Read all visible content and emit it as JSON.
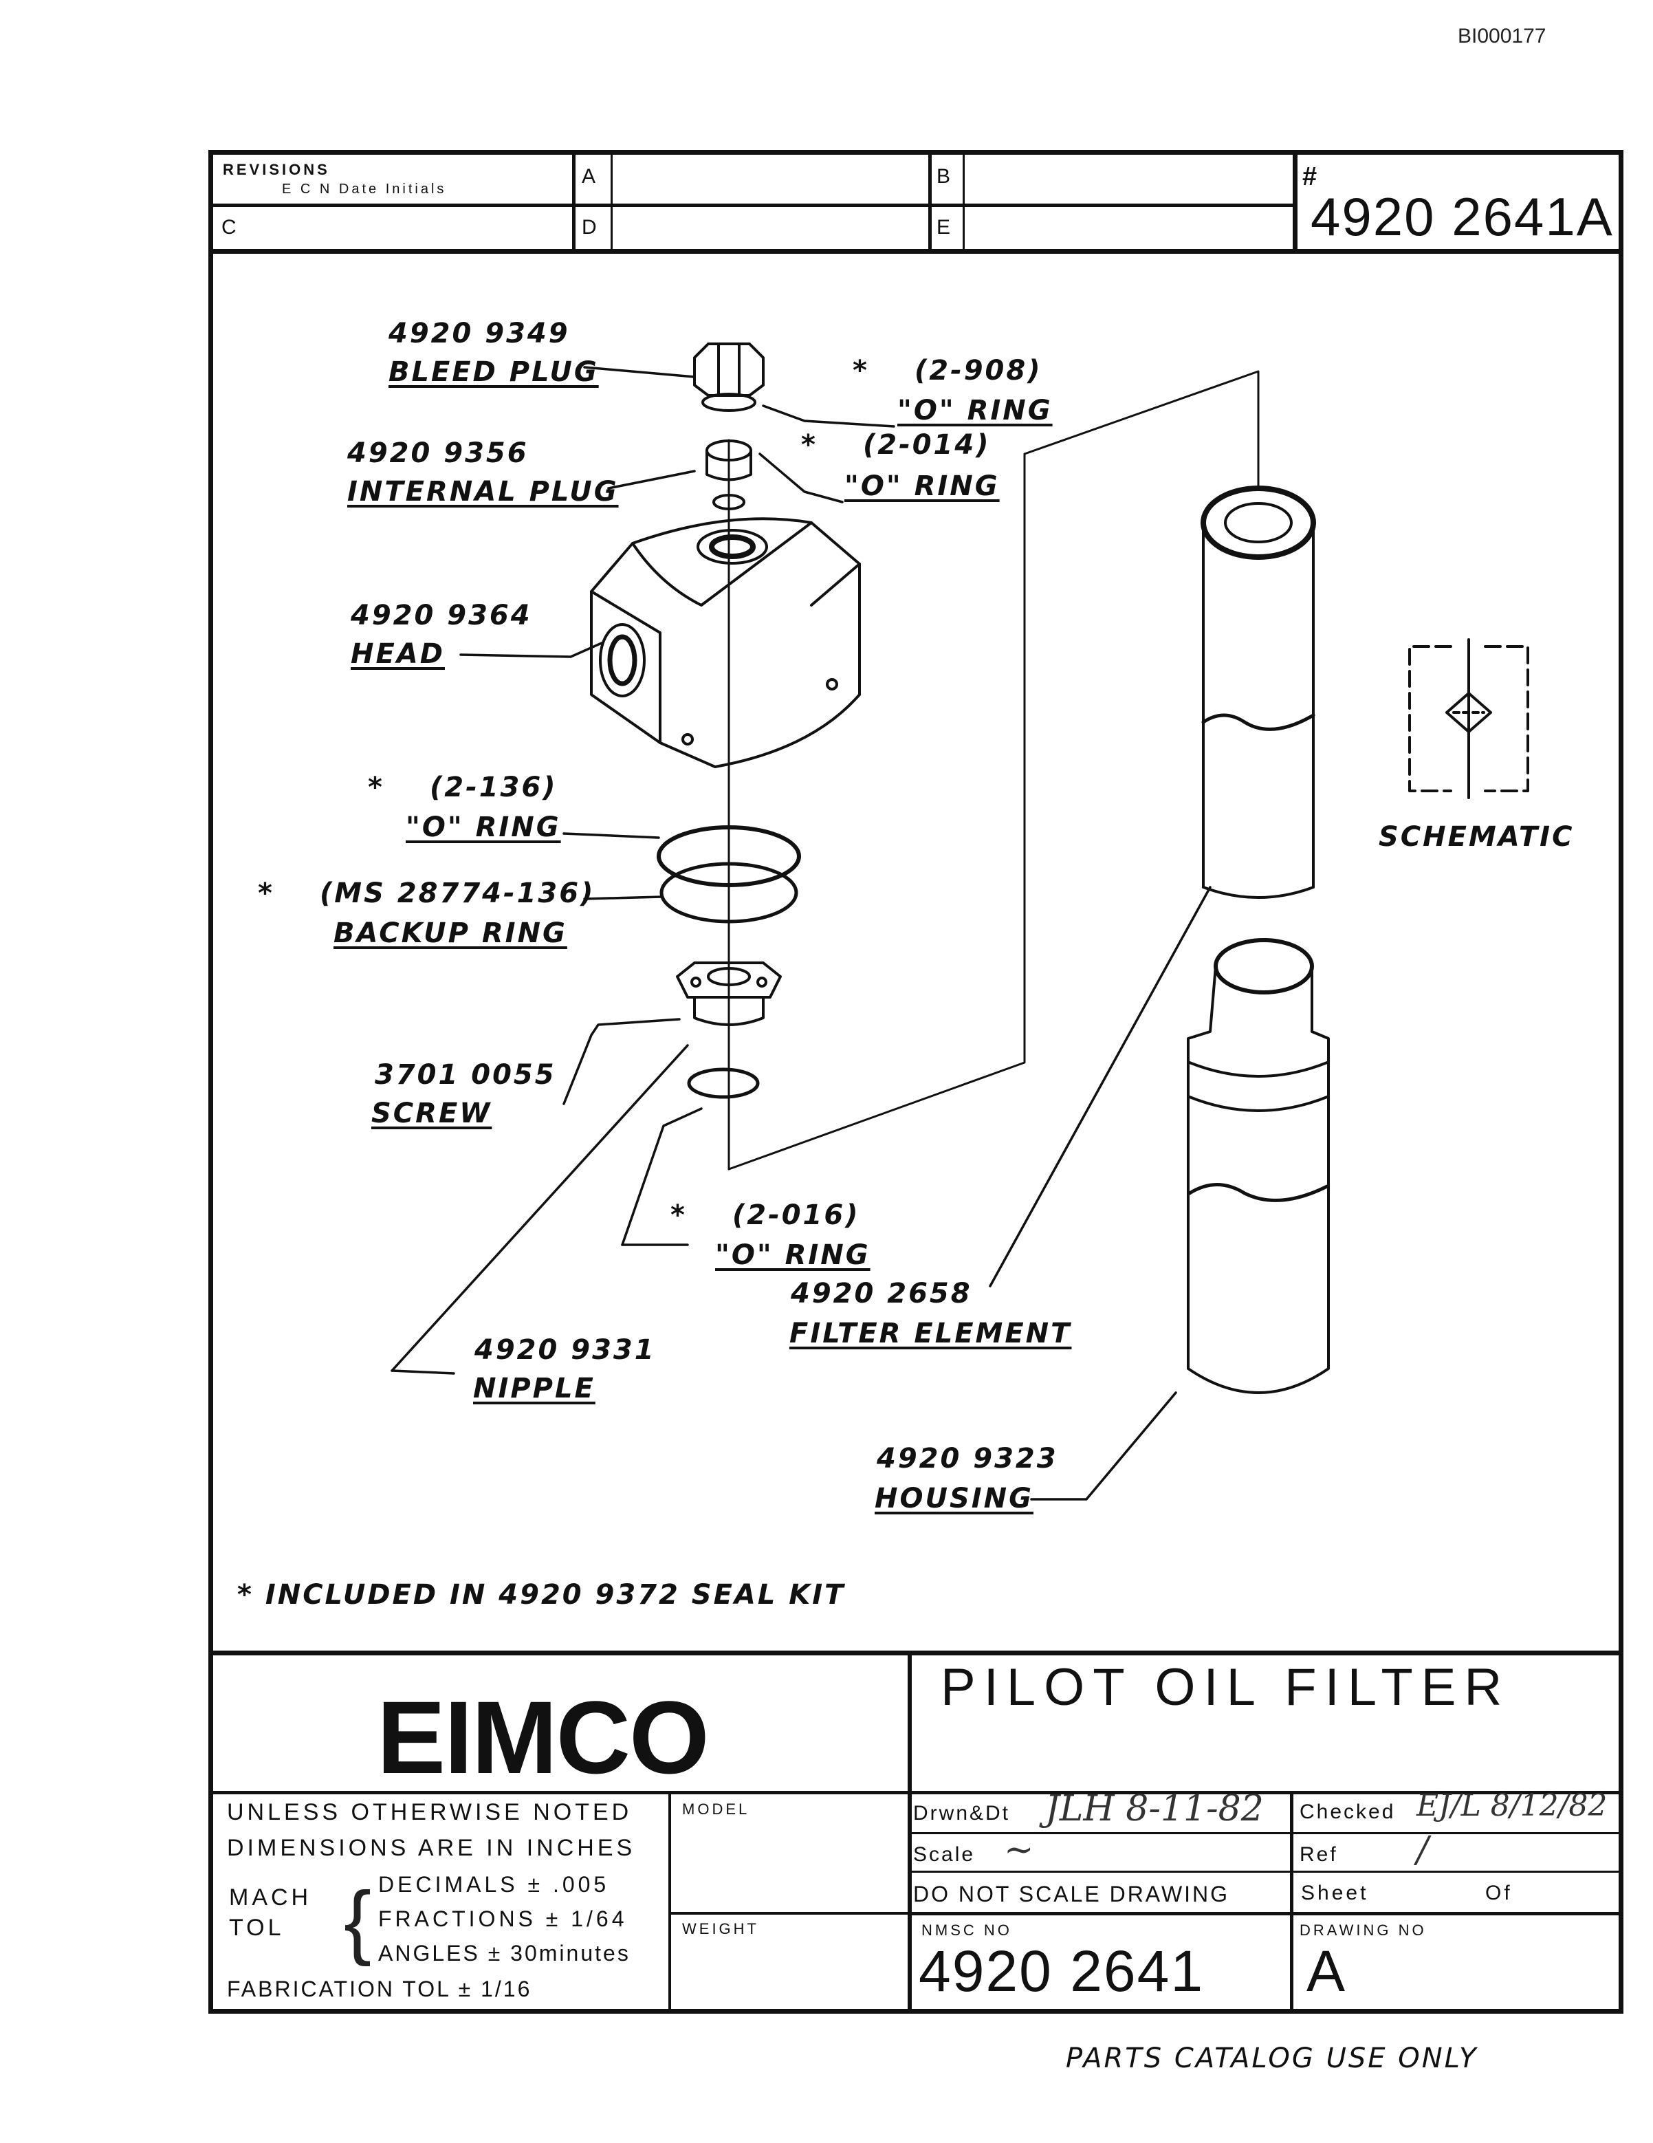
{
  "doc_id": "BI000177",
  "revisions": {
    "label": "REVISIONS",
    "columns": "E C N  Date  Initials",
    "cells": [
      "A",
      "B",
      "C",
      "D",
      "E"
    ],
    "number_mark": "#",
    "number": "4920 2641A"
  },
  "parts": [
    {
      "number": "4920 9349",
      "name": "BLEED PLUG"
    },
    {
      "number": "4920 9356",
      "name": "INTERNAL PLUG"
    },
    {
      "number": "4920 9364",
      "name": "HEAD"
    },
    {
      "number": "3701 0055",
      "name": "SCREW"
    },
    {
      "number": "4920 9331",
      "name": "NIPPLE"
    },
    {
      "number": "4920 2658",
      "name": "FILTER ELEMENT"
    },
    {
      "number": "4920 9323",
      "name": "HOUSING"
    }
  ],
  "seals": [
    {
      "star": "*",
      "code": "(2-908)",
      "name": "\"O\" RING"
    },
    {
      "star": "*",
      "code": "(2-014)",
      "name": "\"O\" RING"
    },
    {
      "star": "*",
      "code": "(2-136)",
      "name": "\"O\" RING"
    },
    {
      "star": "*",
      "code": "(MS 28774-136)",
      "name": "BACKUP RING"
    },
    {
      "star": "*",
      "code": "(2-016)",
      "name": "\"O\" RING"
    }
  ],
  "schematic_label": "SCHEMATIC",
  "footnote": "* INCLUDED IN 4920 9372 SEAL KIT",
  "title_block": {
    "company": "EIMCO",
    "title": "PILOT OIL FILTER",
    "notes": {
      "line1": "UNLESS OTHERWISE NOTED",
      "line2": "DIMENSIONS ARE IN INCHES",
      "mach": "MACH",
      "tol": "TOL",
      "decimals": "DECIMALS ± .005",
      "fractions": "FRACTIONS ± 1/64",
      "angles": "ANGLES ± 30minutes",
      "fabrication": "FABRICATION TOL ± 1/16"
    },
    "model_label": "MODEL",
    "weight_label": "WEIGHT",
    "drawn_label": "Drwn&Dt",
    "drawn_value": "JLH 8-11-82",
    "checked_label": "Checked",
    "checked_value": "EJ/L 8/12/82",
    "scale_label": "Scale",
    "scale_value": "~",
    "ref_label": "Ref",
    "ref_value": "/",
    "do_not_scale": "DO NOT SCALE DRAWING",
    "sheet_label": "Sheet",
    "of_label": "Of",
    "nmsc_label": "NMSC NO",
    "nmsc_number": "4920 2641",
    "drawing_no_label": "DRAWING NO",
    "drawing_no": "A"
  },
  "footer": "PARTS CATALOG USE ONLY"
}
